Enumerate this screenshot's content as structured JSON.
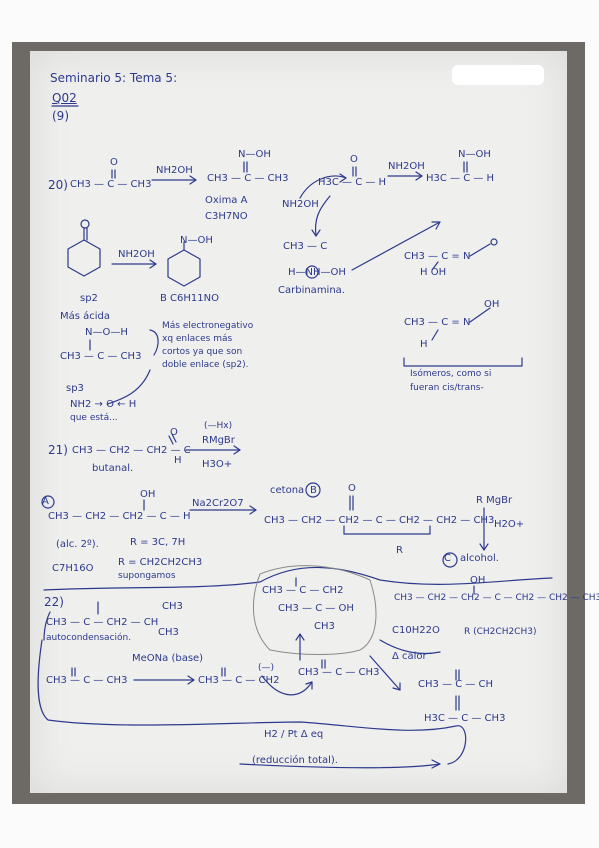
{
  "header": {
    "title": "Seminario 5: Tema 5:",
    "code": "Q02",
    "num": "(9)"
  },
  "p20": {
    "label": "20)",
    "acetone": "CH3 — C — CH3",
    "carbonyl_o": "O",
    "reagent": "NH2OH",
    "oxime_top": "N—OH",
    "oxime": "CH3 — C — CH3",
    "oxime_name": "Oxima A",
    "oxime_formula": "C3H7NO",
    "aldehyde": "H3C — C — H",
    "aldehyde_o": "O",
    "reagent2": "NH2OH",
    "ald_oxime_top": "N—OH",
    "ald_oxime": "H3C — C — H",
    "nh2oh_attack": "NH2OH",
    "intermediate": "CH3 — C",
    "carbinolamine_nh": "H—NH—OH",
    "carbinolamine": "Carbinamina.",
    "cyclo_reagent": "NH2OH",
    "cyclo_top": "N—OH",
    "sp2": "sp2",
    "product_b": "B C6H11NO",
    "more_acidic": "Más ácida",
    "n_oh": "N—O—H",
    "ch3_c_ch3": "CH3 — C — CH3",
    "note_line1": "Más electronegativo",
    "note_line2": "xq enlaces más",
    "note_line3": "cortos ya que son",
    "note_line4": "doble enlace (sp2).",
    "sp3": "sp3",
    "nh2_o_h": "NH2 → O ← H",
    "que_esta": "que está...",
    "isomer_a": "CH3 — C = N",
    "isomer_a2": "H     OH",
    "isomer_b": "CH3 — C = N",
    "isomer_b2": "H",
    "isomer_oh": "OH",
    "isomer_note1": "Isómeros, como si",
    "isomer_note2": "fueran cis/trans-"
  },
  "p21": {
    "label": "21)",
    "butanal": "CH3 — CH2 — CH2 — C",
    "butanal_o": "O",
    "butanal_h": "H",
    "butanal_name": "butanal.",
    "reagent_top": "(—Hx)",
    "reagent_mid": "RMgBr",
    "reagent_bot": "H3O+",
    "a_label": "A",
    "alcohol": "CH3 — CH2 — CH2 — C — H",
    "alcohol_oh": "OH",
    "alc_type": "(alc. 2º).",
    "r_count": "R = 3C, 7H",
    "formula_a": "C7H16O",
    "r_def": "R = CH2CH2CH3",
    "suponga": "supongamos",
    "oxidant": "Na2Cr2O7",
    "ketone_label": "cetona",
    "b_label": "B",
    "ketone": "CH3 — CH2 — CH2 — C — CH2 — CH2 — CH3",
    "ketone_o": "O",
    "r_brace": "R",
    "grignard": "R MgBr",
    "hydrolysis": "H2O+",
    "c_label": "C",
    "alcohol_c": "alcohol.",
    "tert_alcohol": "CH3 — CH2 — CH2 — C — CH2 — CH2 — CH3",
    "tert_oh": "OH",
    "formula_c": "C10H22O",
    "r_sub": "R (CH2CH2CH3)"
  },
  "p22": {
    "label": "22)",
    "aldol_top": "CH3 — C — CH2",
    "aldol_mid": "CH3 — C — OH",
    "aldol_bot": "CH3",
    "mesityl": "CH3 — C — CH2 — CH",
    "mesityl_ch3a": "CH3",
    "mesityl_ch3b": "CH3",
    "autocond": "autocondensación.",
    "acetone_left": "CH3 — C — CH3",
    "base": "MeONa (base)",
    "enolate": "CH3 — C — CH2",
    "enolate_charge": "(—)",
    "acetone_right": "CH3 — C — CH3",
    "heat": "Δ calor",
    "enone": "CH3 — C — CH",
    "enone2": "H3C — C — CH3",
    "hydrogen": "H2 / Pt  Δ eq",
    "reduction": "(reducción total)."
  }
}
